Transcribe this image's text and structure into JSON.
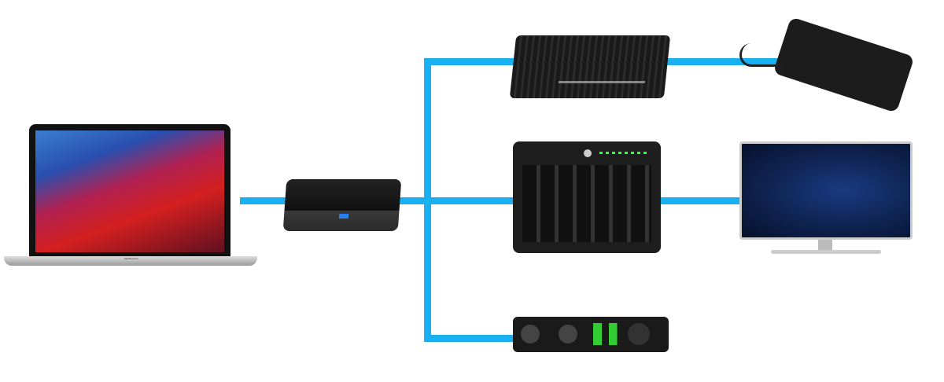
{
  "laptop": {
    "label": "MacBook Pro"
  },
  "colors": {
    "connection": "#18b0f0"
  },
  "devices": [
    "laptop",
    "dock",
    "external-drive",
    "portable-ssd",
    "raid-enclosure",
    "curved-monitor",
    "audio-interface"
  ]
}
